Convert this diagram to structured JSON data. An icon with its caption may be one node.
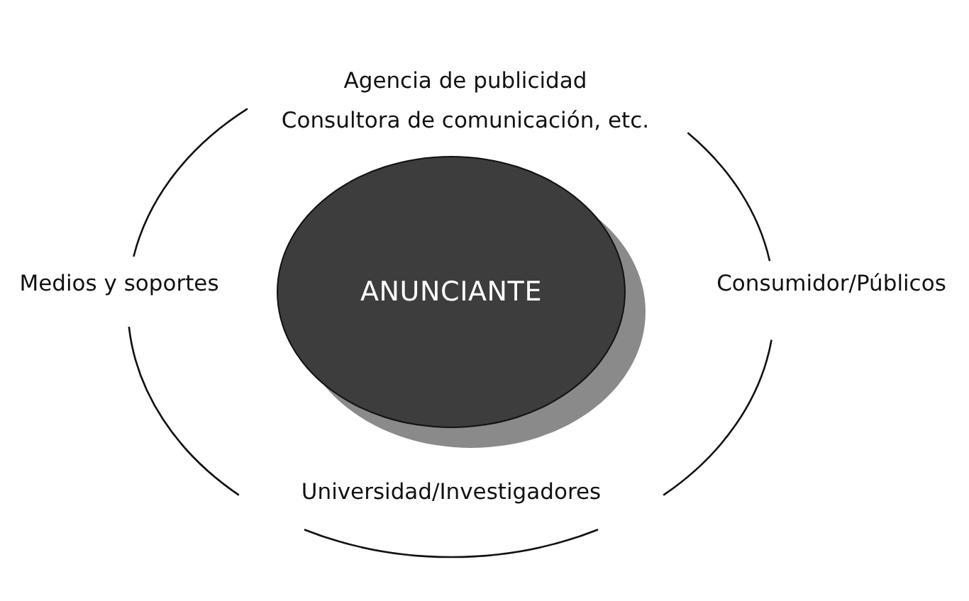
{
  "diagram": {
    "nodes": [
      {
        "text": [
          "ANUNCIANTE"
        ]
      }
    ],
    "labels": [
      "Agencia de publicidad",
      "Consultora de comunicación, etc.",
      "Medios y soportes",
      "Consumidor/Públicos",
      "Universidad/Investigadores"
    ]
  }
}
